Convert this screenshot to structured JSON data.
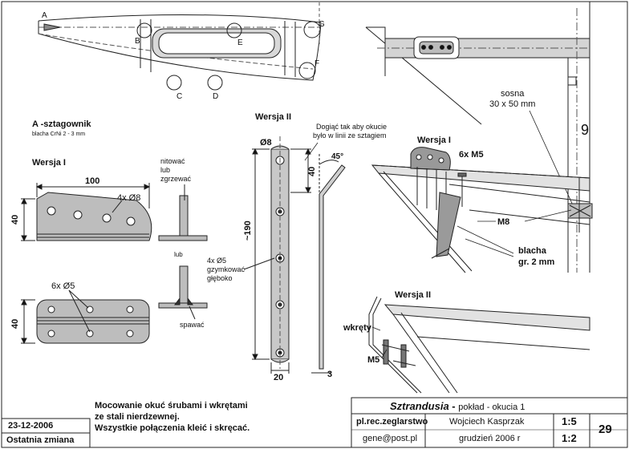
{
  "drawing": {
    "top_labels": {
      "A": "A",
      "B": "B",
      "C": "C",
      "D": "D",
      "E": "E",
      "F": "F",
      "G": "G"
    },
    "part_a_title": "A -sztagownik",
    "part_a_material": "blacha CrNi 2 - 3 mm",
    "wersja_i": "Wersja I",
    "wersja_ii": "Wersja II",
    "dim_100": "100",
    "dim_40": "40",
    "holes_4x8": "4x Ø8",
    "holes_6x5": "6x Ø5",
    "nitowac": [
      "nitować",
      "lub",
      "zgrzewać"
    ],
    "lub": "lub",
    "spawac": "spawać",
    "dim_8": "Ø8",
    "dim_190": "~190",
    "dim_20": "20",
    "dim_3": "3",
    "holes_4x5_note": [
      "4x Ø5",
      "gzymkować",
      "głęboko"
    ],
    "bend_note": [
      "Dogiąć tak aby okucie",
      "było w linii ze sztagiem"
    ],
    "angle_45": "45°",
    "sosna": [
      "sosna",
      "30 x 50 mm"
    ],
    "frame_no": "9",
    "m5_6x": "6x M5",
    "m8": "M8",
    "blacha_note": [
      "blacha",
      "gr. 2 mm"
    ],
    "wkrety": "wkręty",
    "m5": "M5"
  },
  "notes": [
    "Mocowanie okuć śrubami i wkrętami",
    "ze stali nierdzewnej.",
    "Wszystkie połączenia kleić i skręcać."
  ],
  "title_block": {
    "date": "23-12-2006",
    "last_change": "Ostatnia zmiana",
    "title_main": "Sztrandusia",
    "title_sep": " - ",
    "title_sub": "pokład - okucia 1",
    "site": "pl.rec.zeglarstwo",
    "email": "gene@post.pl",
    "author": "Wojciech Kasprzak",
    "date2": "grudzień 2006 r",
    "scale1": "1:5",
    "scale2": "1:2",
    "sheet": "29"
  }
}
